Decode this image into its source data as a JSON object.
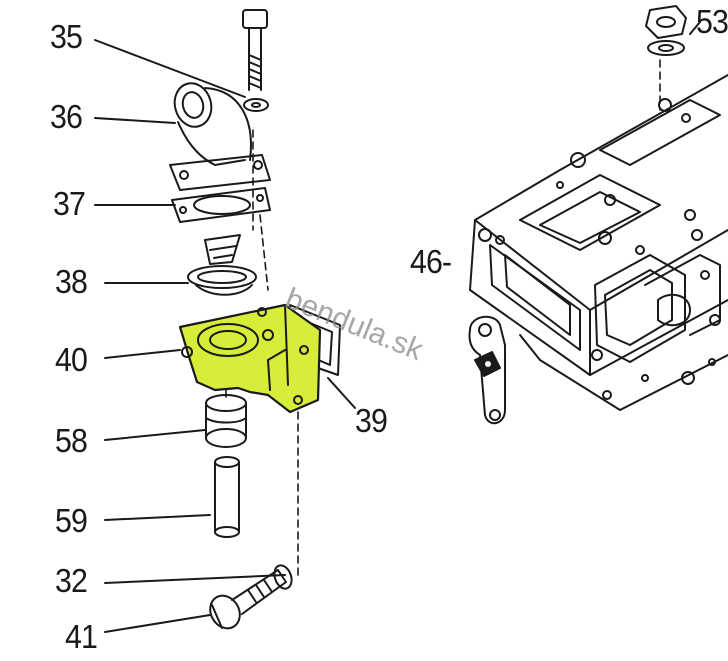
{
  "callouts": {
    "c35": "35",
    "c36": "36",
    "c37": "37",
    "c38": "38",
    "c40": "40",
    "c58": "58",
    "c59": "59",
    "c32": "32",
    "c41": "41",
    "c39": "39",
    "c46": "46-",
    "c53": "53"
  },
  "watermark": "bendula.sk",
  "colors": {
    "highlight": "#d8ec3a",
    "ink": "#1a1a1a",
    "watermark": "#8a8a8a"
  }
}
